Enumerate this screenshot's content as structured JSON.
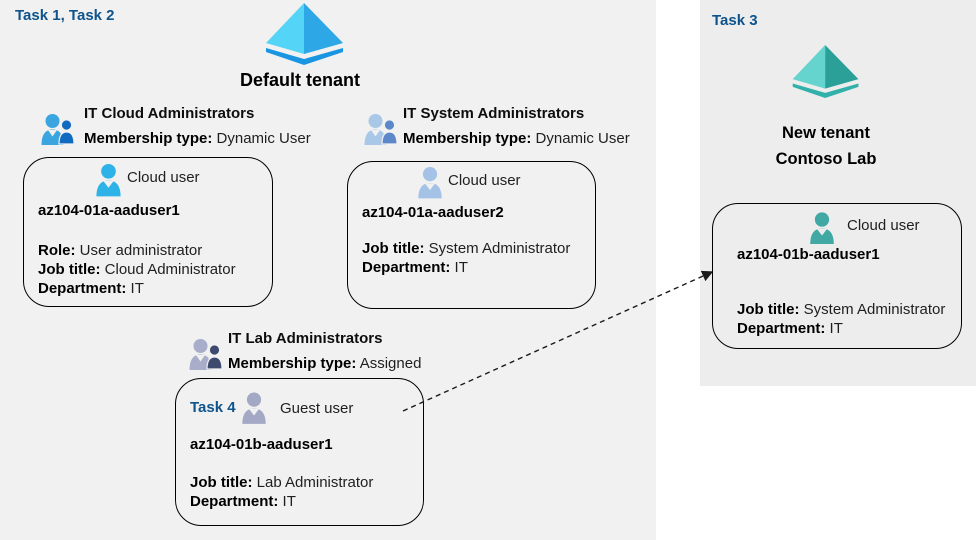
{
  "left": {
    "task_label": "Task 1, Task 2",
    "tenant_title": "Default tenant",
    "groups": [
      {
        "name": "IT Cloud Administrators",
        "membership_label": "Membership type:",
        "membership_value": "Dynamic User"
      },
      {
        "name": "IT System Administrators",
        "membership_label": "Membership type:",
        "membership_value": "Dynamic User"
      },
      {
        "name": "IT Lab Administrators",
        "membership_label": "Membership type:",
        "membership_value": "Assigned"
      }
    ],
    "users": [
      {
        "type_label": "Cloud user",
        "name": "az104-01a-aaduser1",
        "fields": [
          {
            "label": "Role:",
            "value": "User administrator"
          },
          {
            "label": "Job title:",
            "value": "Cloud Administrator"
          },
          {
            "label": "Department:",
            "value": "IT"
          }
        ]
      },
      {
        "type_label": "Cloud user",
        "name": "az104-01a-aaduser2",
        "fields": [
          {
            "label": "Job title:",
            "value": "System Administrator"
          },
          {
            "label": "Department:",
            "value": "IT"
          }
        ]
      },
      {
        "task_label": "Task 4",
        "type_label": "Guest user",
        "name": "az104-01b-aaduser1",
        "fields": [
          {
            "label": "Job title:",
            "value": "Lab Administrator"
          },
          {
            "label": "Department:",
            "value": "IT"
          }
        ]
      }
    ]
  },
  "right": {
    "task_label": "Task 3",
    "tenant_title_line1": "New tenant",
    "tenant_title_line2": "Contoso Lab",
    "user": {
      "type_label": "Cloud user",
      "name": "az104-01b-aaduser1",
      "fields": [
        {
          "label": "Job title:",
          "value": "System Administrator"
        },
        {
          "label": "Department:",
          "value": "IT"
        }
      ]
    }
  },
  "icons": {
    "azure-ad-tenant-icon-blue": {
      "left_face": "#54d4f6",
      "right_face": "#2da7e6",
      "base": "#1a95e2"
    },
    "azure-ad-tenant-icon-teal": {
      "left_face": "#66d4ce",
      "right_face": "#2aa099",
      "base": "#31b1a9"
    },
    "group-icon-cloud-admins": {
      "primary": "#3ba5e0",
      "secondary": "#1169c0"
    },
    "group-icon-system-admins": {
      "primary": "#a9c7e6",
      "secondary": "#5c88c9"
    },
    "group-icon-lab-admins": {
      "primary": "#a8aec9",
      "secondary": "#3e4a6d"
    },
    "cloud-user-icon-bright-blue": "#2eb3e8",
    "cloud-user-icon-steel-blue": "#a3c2e5",
    "guest-user-icon-gray": "#a3a8c4",
    "cloud-user-icon-teal": "#41a8a3"
  },
  "colors": {
    "task_label_blue": "#0e538c",
    "panel_left_bg": "#f1f1f1",
    "panel_right_bg": "#ededed",
    "box_border": "#000000",
    "arrow": "#1a1a1a",
    "body_text": "#1f1f1f"
  }
}
